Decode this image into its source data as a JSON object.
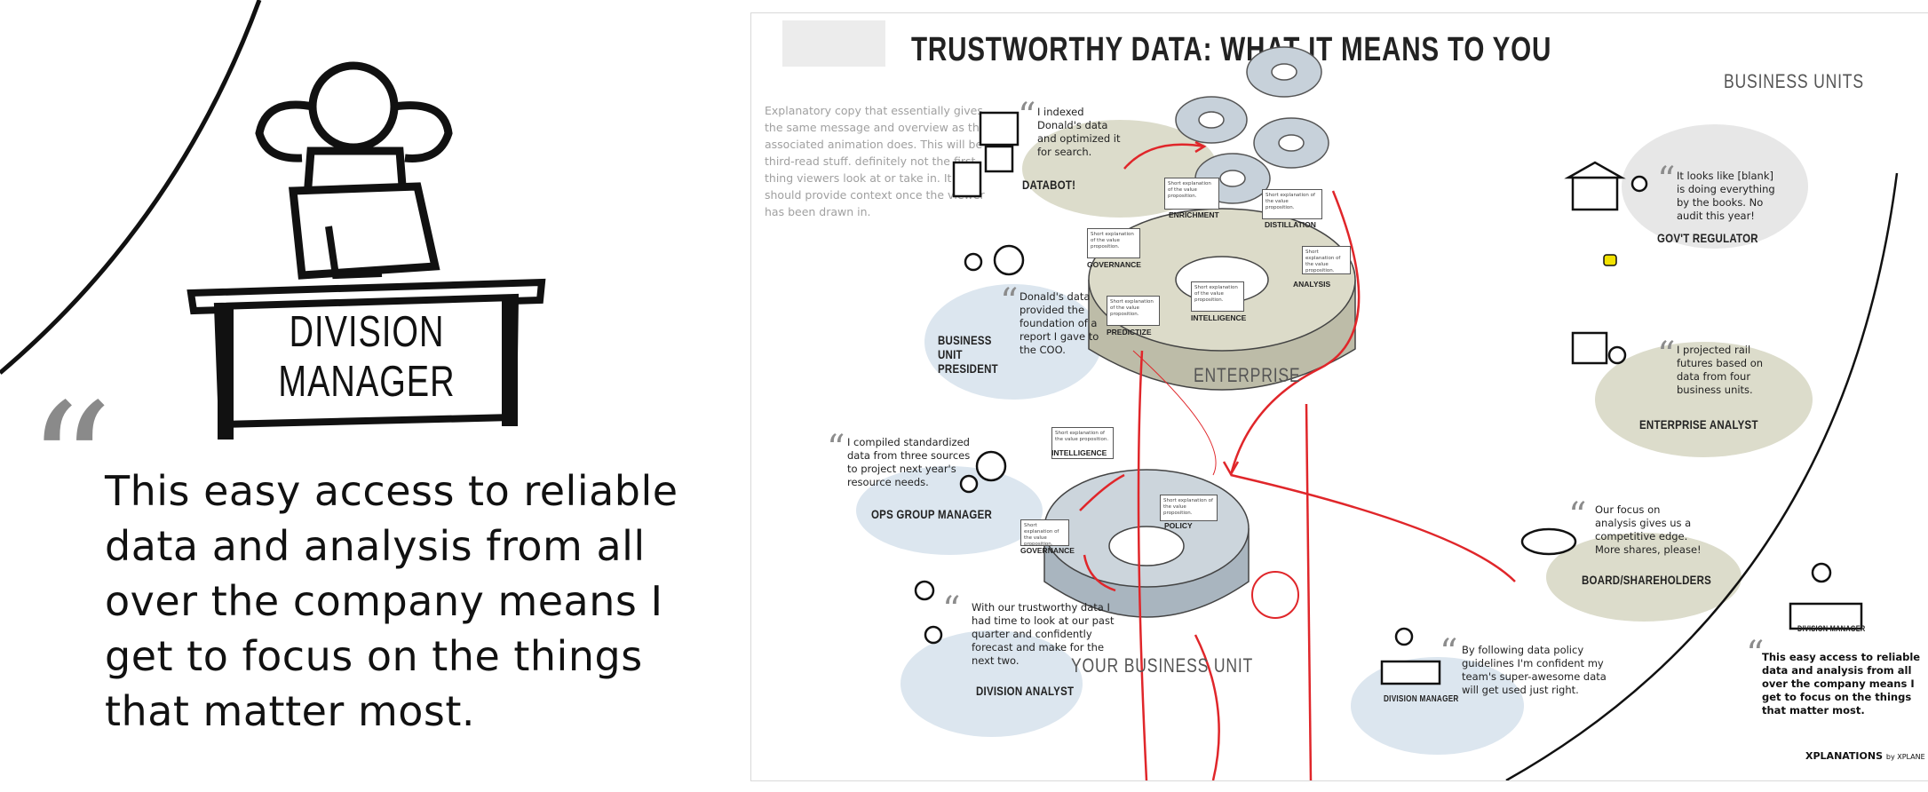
{
  "zoom": {
    "desk_label": "DIVISION MANAGER",
    "quote": "This easy access to reliable data and analysis from all over the company means I get to focus on the things that matter most."
  },
  "poster": {
    "title": "TRUSTWORTHY DATA: WHAT IT MEANS TO YOU",
    "explanatory": "Explanatory copy that essentially gives the same message and overview as the associated animation does. This will be third-read stuff. definitely not the first thing viewers look at or take in. It should provide context once the viewer has been drawn in.",
    "labels": {
      "business_units": "BUSINESS UNITS",
      "enterprise": "ENTERPRISE",
      "your_business_unit": "YOUR BUSINESS UNIT"
    },
    "card_text": "Short explanation of the value proposition.",
    "enterprise_segments": [
      "ENRICHMENT",
      "DISTILLATION",
      "ANALYSIS",
      "GOVERNANCE",
      "PREDICTIZE",
      "INTELLIGENCE"
    ],
    "unit_segments": [
      "INTELLIGENCE",
      "POLICY",
      "GOVERNANCE"
    ],
    "personas": [
      {
        "role": "DATABOT!",
        "quote": "I indexed Donald's data and optimized it for search."
      },
      {
        "role": "GOV'T REGULATOR",
        "quote": "It looks like [blank] is doing everything by the books. No audit this year!"
      },
      {
        "role": "BUSINESS UNIT PRESIDENT",
        "quote": "Donald's data provided the foundation of a report I gave to the COO."
      },
      {
        "role": "ENTERPRISE ANALYST",
        "quote": "I projected rail futures based on data from four business units."
      },
      {
        "role": "OPS GROUP MANAGER",
        "quote": "I compiled standardized data from three sources to project next year's resource needs."
      },
      {
        "role": "BOARD/SHAREHOLDERS",
        "quote": "Our focus on analysis gives us a competitive edge. More shares, please!"
      },
      {
        "role": "DIVISION ANALYST",
        "quote": "With our trustworthy data I had time to look at our past quarter and confidently forecast and make for the next two."
      },
      {
        "role": "DIVISION MANAGER",
        "quote": "By following data policy guidelines I'm confident my team's super-awesome data will get used just right."
      }
    ],
    "mini": {
      "desk_label": "DIVISION MANAGER",
      "quote": "This easy access to reliable data and analysis from all over the company means I get to focus on the things that matter most."
    },
    "logo": {
      "main": "XPLANATIONS",
      "sub": "by XPLANE"
    }
  },
  "colors": {
    "accent_red": "#e0262a",
    "olive_blob": "#dcdccb",
    "blue_blob": "#dce6ef",
    "quote_gray": "#8c8c8c"
  }
}
